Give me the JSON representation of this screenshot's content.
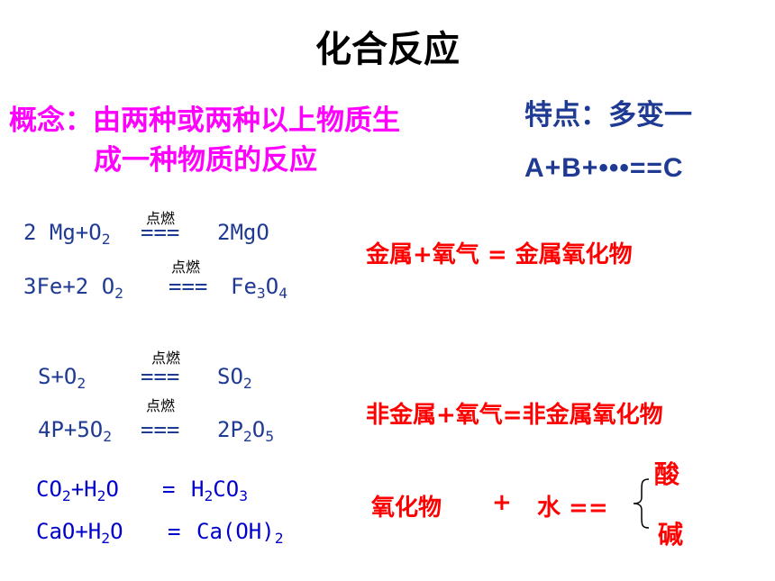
{
  "title": "化合反应",
  "concept": {
    "line1": "概念：由两种或两种以上物质生",
    "line2": "成一种物质的反应"
  },
  "feature": {
    "label": "特点：多变一",
    "formula": "A+B+•••==C"
  },
  "condition_label": "点燃",
  "equations": {
    "mg": {
      "reactants": [
        "2 Mg+O",
        "2"
      ],
      "arrow": "===",
      "product": "2MgO"
    },
    "fe": {
      "reactants": [
        "3Fe+2 O",
        "2"
      ],
      "arrow": "===",
      "product": [
        "Fe",
        "3",
        "O",
        "4"
      ]
    },
    "s": {
      "reactants": [
        "S+O",
        "2"
      ],
      "arrow": "===",
      "product": [
        "SO",
        "2"
      ]
    },
    "p": {
      "reactants": [
        "4P+5O",
        "2"
      ],
      "arrow": "===",
      "product": [
        "2P",
        "2",
        "O",
        "5"
      ]
    },
    "co2": {
      "parts": [
        "CO",
        "2",
        "+H",
        "2",
        "O"
      ],
      "eq": "=",
      "product": [
        "H",
        "2",
        "CO",
        "3"
      ]
    },
    "cao": {
      "parts": [
        "CaO+H",
        "2",
        "O"
      ],
      "eq": "=",
      "product": [
        "Ca(OH)",
        "2"
      ]
    }
  },
  "rules": {
    "metal": "金属+氧气 = 金属氧化物",
    "nonmetal": "非金属+氧气=非金属氧化物",
    "oxide": "氧化物",
    "plus": "+",
    "water": "水 ==",
    "acid": "酸",
    "base": "碱"
  },
  "colors": {
    "concept": "#ff00ff",
    "feature": "#1f3a93",
    "equation_top": "#1f3a93",
    "equation_bottom": "#0000cc",
    "rule": "#ff0000"
  }
}
